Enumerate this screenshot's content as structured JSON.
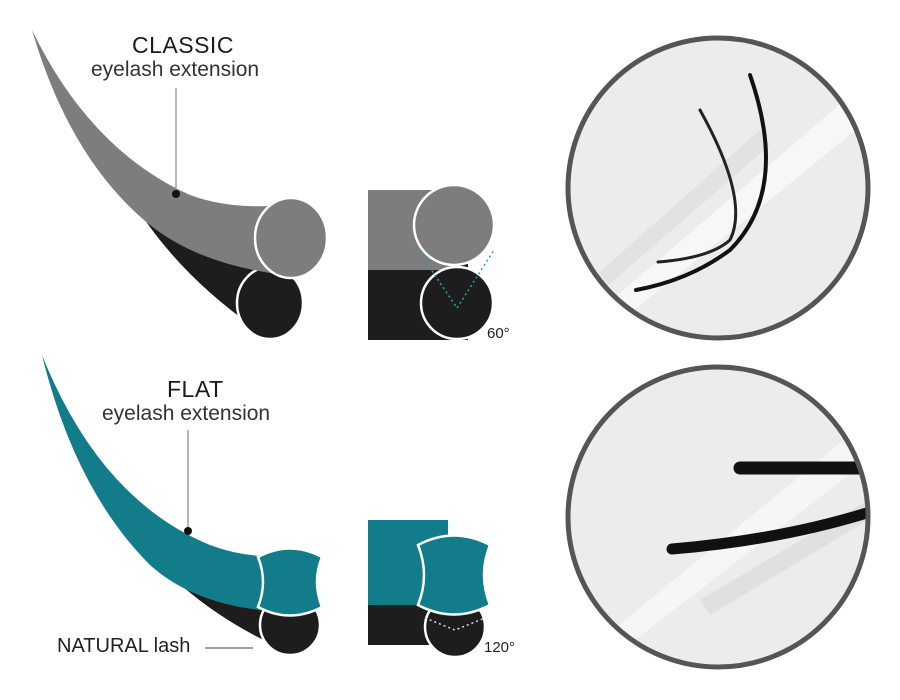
{
  "classic": {
    "title": "CLASSIC",
    "subtitle": "eyelash extension",
    "angle": "60°",
    "color": "#7d7d7d"
  },
  "flat": {
    "title": "FLAT",
    "subtitle": "eyelash extension",
    "angle": "120°",
    "color": "#137c8a"
  },
  "natural": {
    "label": "NATURAL lash",
    "color": "#1d1d1d"
  },
  "colors": {
    "outline": "#ffffff",
    "guide_line": "#29a3ad",
    "photo_frame": "#555555",
    "photo_bg": "#ececec"
  }
}
